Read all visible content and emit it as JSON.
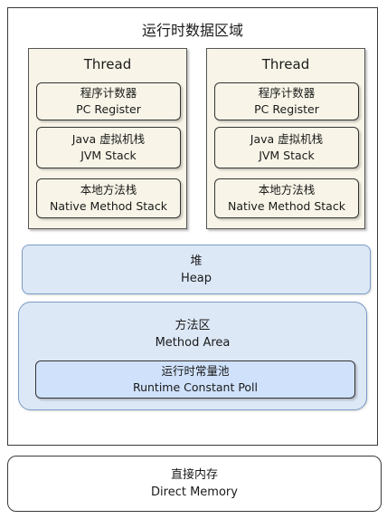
{
  "runtime_area": {
    "title": "运行时数据区域"
  },
  "threads": [
    {
      "title": "Thread",
      "pc": {
        "cn": "程序计数器",
        "en": "PC Register"
      },
      "jvm": {
        "cn": "Java 虚拟机栈",
        "en": "JVM Stack"
      },
      "native": {
        "cn": "本地方法栈",
        "en": "Native Method Stack"
      }
    },
    {
      "title": "Thread",
      "pc": {
        "cn": "程序计数器",
        "en": "PC Register"
      },
      "jvm": {
        "cn": "Java 虚拟机栈",
        "en": "JVM Stack"
      },
      "native": {
        "cn": "本地方法栈",
        "en": "Native Method Stack"
      }
    }
  ],
  "heap": {
    "cn": "堆",
    "en": "Heap"
  },
  "method_area": {
    "cn": "方法区",
    "en": "Method Area",
    "pool": {
      "cn": "运行时常量池",
      "en": "Runtime Constant Poll"
    }
  },
  "direct_memory": {
    "cn": "直接内存",
    "en": "Direct Memory"
  },
  "colors": {
    "thread_fill": "#f8f5e8",
    "heap_fill": "#dde8f7",
    "pool_fill": "#cfe1fb",
    "blue_border": "#7a9cc6"
  }
}
